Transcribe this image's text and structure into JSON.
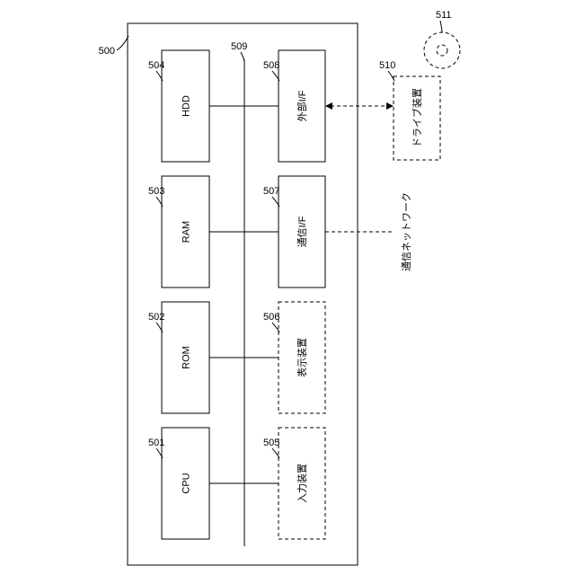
{
  "refs": {
    "system": "500",
    "cpu": "501",
    "rom": "502",
    "ram": "503",
    "hdd": "504",
    "input": "505",
    "display": "506",
    "comm_if": "507",
    "ext_if": "508",
    "bus": "509",
    "drive": "510",
    "disk": "511"
  },
  "blocks": {
    "cpu": "CPU",
    "rom": "ROM",
    "ram": "RAM",
    "hdd": "HDD",
    "input": "入力装置",
    "display": "表示装置",
    "comm_if": "通信I/F",
    "ext_if": "外部I/F",
    "drive": "ドライブ装置"
  },
  "network_label": "通信ネットワーク"
}
